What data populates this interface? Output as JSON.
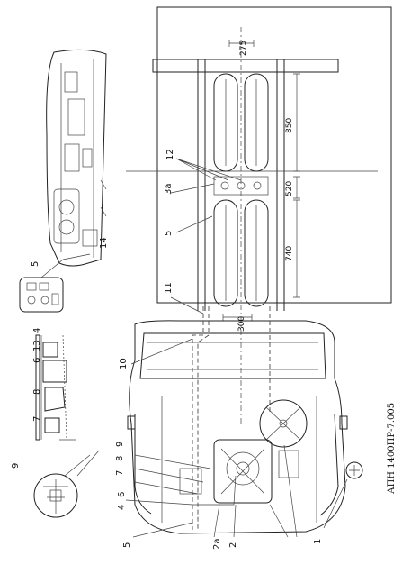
{
  "callouts": {
    "c1": "1",
    "c2": "2",
    "c2a": "2a",
    "c3a": "3a",
    "c4_bottom": "4",
    "c4_top": "4",
    "c5_bottom": "5",
    "c5_mid": "5",
    "c5_left": "5",
    "c6_bottom": "6",
    "c6_top": "6",
    "c7_bottom": "7",
    "c7_top": "7",
    "c8_bottom": "8",
    "c8_top": "8",
    "c9_bottom": "9",
    "c9_left": "9",
    "c10": "10",
    "c11": "11",
    "c12": "12",
    "c13": "13",
    "c14": "14"
  },
  "dimensions": {
    "d275": "275",
    "d850": "850",
    "d520": "520",
    "d740": "740",
    "d300": "300"
  },
  "doc_code": "АПН 1400ПР-7.005"
}
